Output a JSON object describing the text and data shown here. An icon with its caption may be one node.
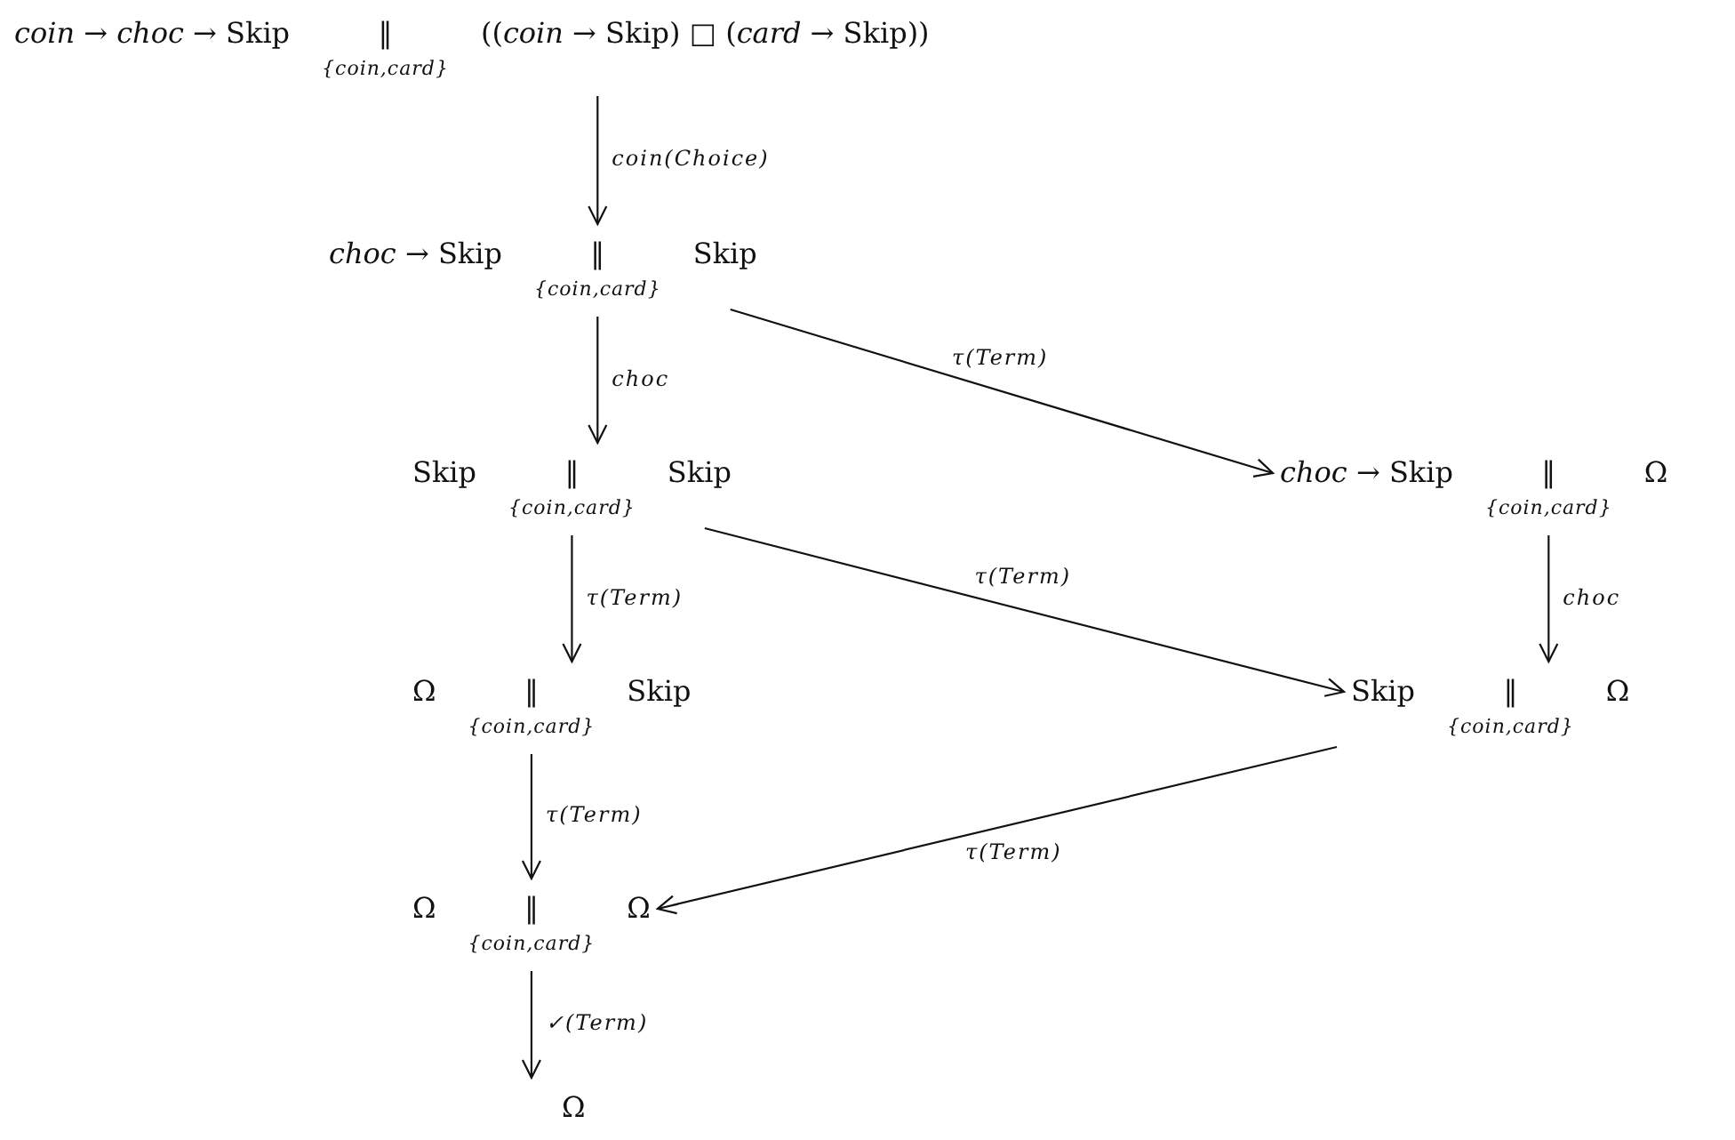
{
  "diagram": {
    "nodes": [
      {
        "text": [
          "*coin* → *choc* → Skip",
          "‖",
          "{coin,card}",
          "((*coin* → Skip) □ (*card* → Skip))"
        ]
      },
      {
        "text": [
          "*choc* → Skip",
          "‖",
          "{coin,card}",
          "Skip"
        ]
      },
      {
        "text": [
          "Skip",
          "‖",
          "{coin,card}",
          "Skip"
        ]
      },
      {
        "text": [
          "*choc* → Skip",
          "‖",
          "{coin,card}",
          "Ω"
        ]
      },
      {
        "text": [
          "Ω",
          "‖",
          "{coin,card}",
          "Skip"
        ]
      },
      {
        "text": [
          "Skip",
          "‖",
          "{coin,card}",
          "Ω"
        ]
      },
      {
        "text": [
          "Ω",
          "‖",
          "{coin,card}",
          "Ω"
        ]
      },
      {
        "text": [
          "Ω"
        ]
      }
    ],
    "edges": [
      {
        "from": 0,
        "to": 1,
        "arrow": "to",
        "label": "coin(Choice)"
      },
      {
        "from": 1,
        "to": 2,
        "arrow": "to",
        "label": "choc"
      },
      {
        "from": 1,
        "to": 3,
        "arrow": "to",
        "label": "τ(Term)"
      },
      {
        "from": 2,
        "to": 4,
        "arrow": "to",
        "label": "τ(Term)"
      },
      {
        "from": 2,
        "to": 5,
        "arrow": "to",
        "label": "τ(Term)"
      },
      {
        "from": 3,
        "to": 5,
        "arrow": "to",
        "label": "choc"
      },
      {
        "from": 4,
        "to": 6,
        "arrow": "to",
        "label": "τ(Term)"
      },
      {
        "from": 5,
        "to": 6,
        "arrow": "to",
        "label": "τ(Term)"
      },
      {
        "from": 6,
        "to": 7,
        "arrow": "to",
        "label": "✓(Term)"
      }
    ]
  }
}
